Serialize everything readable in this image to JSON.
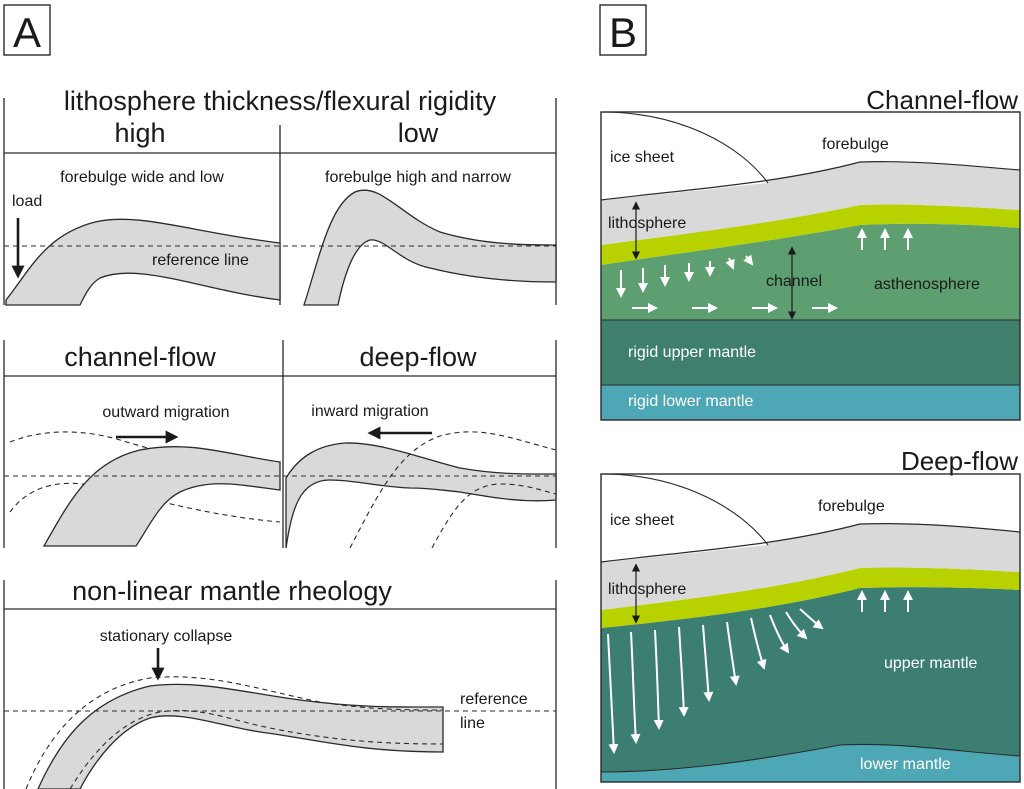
{
  "panel_a": {
    "letter": "A",
    "section1": {
      "title": "lithosphere thickness/flexural rigidity",
      "col_left": "high",
      "col_right": "low",
      "left_caption": "forebulge wide and low",
      "right_caption": "forebulge high and narrow",
      "load_label": "load",
      "reference_label": "reference line"
    },
    "section2": {
      "col_left": "channel-flow",
      "col_right": "deep-flow",
      "left_caption": "outward migration",
      "right_caption": "inward migration"
    },
    "section3": {
      "title": "non-linear mantle rheology",
      "caption": "stationary collapse",
      "reference_label_1": "reference",
      "reference_label_2": "line"
    }
  },
  "panel_b": {
    "letter": "B",
    "colors": {
      "ice": "#ffffff",
      "lithosphere": "#d9d9d9",
      "lithosphere_band": "#b8d200",
      "asthenosphere": "#5e9f72",
      "upper_mantle_rigid": "#3f7f6e",
      "lower_mantle": "#4ea7b5",
      "upper_mantle_deep": "#3c7e72"
    },
    "channel": {
      "title": "Channel-flow",
      "ice_sheet": "ice sheet",
      "forebulge": "forebulge",
      "lithosphere": "lithosphere",
      "channel": "channel",
      "asthenosphere": "asthenosphere",
      "rigid_upper": "rigid upper mantle",
      "rigid_lower": "rigid lower mantle"
    },
    "deep": {
      "title": "Deep-flow",
      "ice_sheet": "ice sheet",
      "forebulge": "forebulge",
      "lithosphere": "lithosphere",
      "upper_mantle": "upper mantle",
      "lower_mantle": "lower mantle"
    }
  }
}
